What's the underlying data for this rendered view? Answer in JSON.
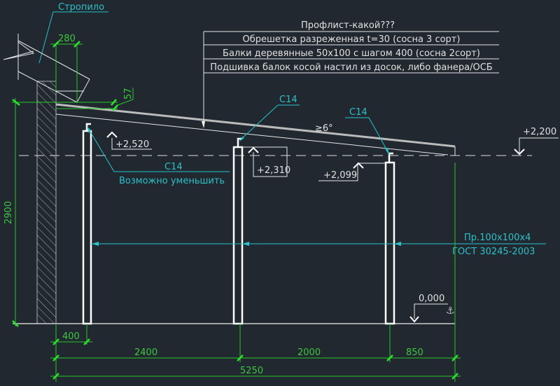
{
  "labels": {
    "rafter": "Стропило",
    "table_header": "Профлист-какой???",
    "table_rows": [
      "Обрешетка разреженная t=30 (сосна 3 сорт)",
      "Балки деревянные 50x100 с шагом 400 (сосна 2сорт)",
      "Подшивка балок косой настил из досок, либо фанера/ОСБ"
    ],
    "bracket_left": "С14",
    "bracket_left_note": "Возможно уменьшить",
    "bracket_mid": "С14",
    "bracket_right": "С14",
    "slope": "≥6°",
    "profile": "Пр.100х100х4",
    "gost": "ГОСТ 30245-2003"
  },
  "levels": {
    "col1": "+2,520",
    "col2": "+2,310",
    "col3": "+2,099",
    "right": "+2,200",
    "ground": "0,000"
  },
  "dimensions": {
    "rafter_width": "280",
    "rafter_gap": "57",
    "height": "2900",
    "offset": "400",
    "span1": "2400",
    "span2": "2000",
    "overhang": "850",
    "total": "5250"
  }
}
